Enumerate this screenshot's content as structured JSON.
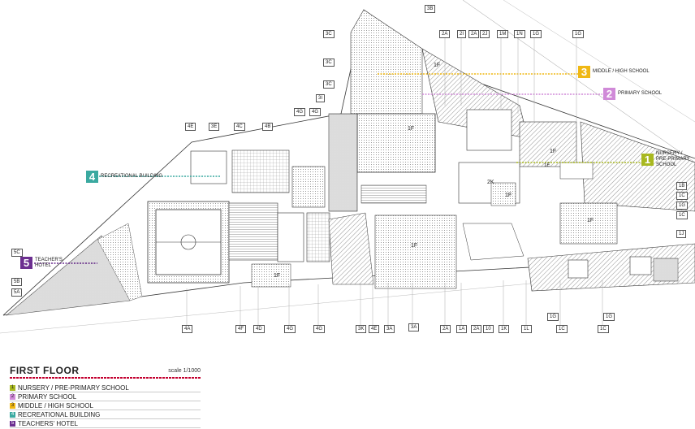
{
  "colors": {
    "nursery": "#a8b820",
    "primary": "#d08ad8",
    "middle": "#f0b814",
    "recreational": "#3aa9a0",
    "hotel": "#6c2f90",
    "title_rule": "#c3002f"
  },
  "tags_top": [
    "3B",
    "2A",
    "2I",
    "2A",
    "2J",
    "1M",
    "1N",
    "1G",
    "1G",
    "3C",
    "3C",
    "3C",
    "3I",
    "4G",
    "4G",
    "4E",
    "3E",
    "4C",
    "4B"
  ],
  "tags_right": [
    "1B",
    "1C",
    "1G",
    "1C",
    "1J"
  ],
  "tags_left": [
    "5C",
    "5B",
    "5A"
  ],
  "tags_bottom": [
    "4A",
    "4F",
    "4D",
    "4G",
    "4G",
    "3K",
    "4E",
    "3A",
    "3A",
    "2A",
    "1A",
    "2A",
    "10",
    "1K",
    "1L",
    "1G",
    "1C",
    "1G",
    "1C"
  ],
  "room_labels": [
    "1F",
    "1F",
    "1F",
    "1F",
    "1F",
    "1F",
    "1F",
    "1E",
    "2K"
  ],
  "zones": [
    {
      "num": "1",
      "text": "NURSERY /\nPRE-PRIMARY\nSCHOOL"
    },
    {
      "num": "2",
      "text": "PRIMARY SCHOOL"
    },
    {
      "num": "3",
      "text": "MIDDLE / HIGH SCHOOL"
    },
    {
      "num": "4",
      "text": "RECREATIONAL BUILDING"
    },
    {
      "num": "5",
      "text": "TEACHER'S\nHOTEL"
    }
  ],
  "legend": {
    "title": "FIRST FLOOR",
    "scale": "scale 1/1000",
    "items": [
      {
        "num": "1",
        "label": "NURSERY / PRE-PRIMARY SCHOOL"
      },
      {
        "num": "2",
        "label": "PRIMARY SCHOOL"
      },
      {
        "num": "3",
        "label": "MIDDLE / HIGH SCHOOL"
      },
      {
        "num": "4",
        "label": "RECREATIONAL BUILDING"
      },
      {
        "num": "5",
        "label": "TEACHERS' HOTEL"
      }
    ]
  }
}
